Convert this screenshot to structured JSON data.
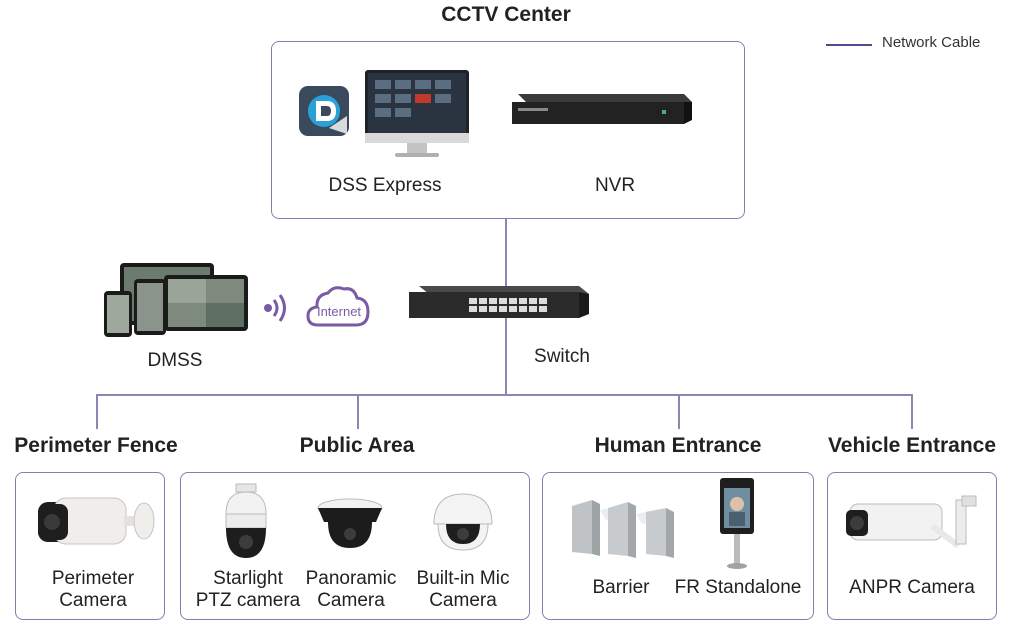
{
  "title": "CCTV Center",
  "legend": {
    "label": "Network Cable",
    "color": "#5b4694"
  },
  "center": {
    "dss_label": "DSS Express",
    "nvr_label": "NVR"
  },
  "mobile": {
    "dmss_label": "DMSS",
    "internet_label": "Internet"
  },
  "switch_label": "Switch",
  "groups": {
    "perimeter": {
      "title": "Perimeter Fence",
      "devices": [
        {
          "label_l1": "Perimeter",
          "label_l2": "Camera",
          "icon": "bullet-camera-icon"
        }
      ]
    },
    "public": {
      "title": "Public Area",
      "devices": [
        {
          "label_l1": "Starlight",
          "label_l2": "PTZ camera",
          "icon": "ptz-camera-icon"
        },
        {
          "label_l1": "Panoramic",
          "label_l2": "Camera",
          "icon": "panoramic-camera-icon"
        },
        {
          "label_l1": "Built-in Mic",
          "label_l2": "Camera",
          "icon": "dome-camera-icon"
        }
      ]
    },
    "human": {
      "title": "Human Entrance",
      "devices": [
        {
          "label": "Barrier",
          "icon": "turnstile-barrier-icon"
        },
        {
          "label": "FR Standalone",
          "icon": "face-recognition-terminal-icon"
        }
      ]
    },
    "vehicle": {
      "title": "Vehicle Entrance",
      "devices": [
        {
          "label": "ANPR Camera",
          "icon": "anpr-camera-icon"
        }
      ]
    }
  },
  "colors": {
    "accent": "#7b5aa6",
    "box_border": "#8a7bb0",
    "connector": "#8f84b3"
  }
}
